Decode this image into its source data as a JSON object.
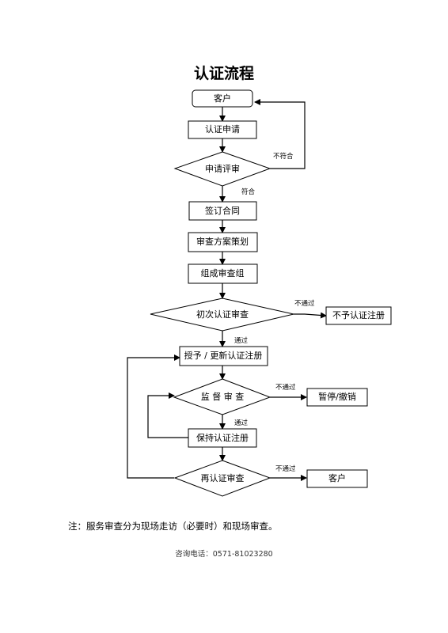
{
  "title": "认证流程",
  "nodes": {
    "customer_top": "客户",
    "apply": "认证申请",
    "contract_review": "申请评审",
    "sign": "签订合同",
    "plan": "审查方案策划",
    "team": "组成审查组",
    "initial": "初次认证审查",
    "reject": "不予认证注册",
    "grant": "授予 / 更新认证注册",
    "supervise": "监 督 审 查",
    "suspend": "暂停/撤销",
    "maintain": "保持认证注册",
    "recert": "再认证审查",
    "customer_bottom": "客户"
  },
  "edges": {
    "not_compliant": "不符合",
    "compliant": "符合",
    "fail_1": "不通过",
    "pass_1": "通过",
    "fail_2": "不通过",
    "pass_2": "通过",
    "fail_3": "不通过"
  },
  "note": "注：服务审查分为现场走访（必要时）和现场审查。",
  "contact": "咨询电话：0571-81023280"
}
